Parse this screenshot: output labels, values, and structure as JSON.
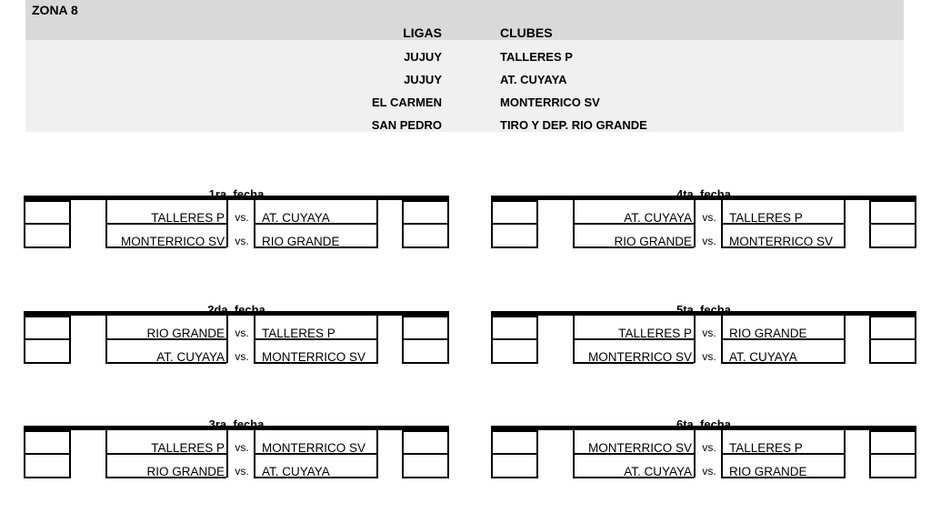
{
  "zona": {
    "title": "ZONA 8"
  },
  "table": {
    "headers": {
      "ligas": "LIGAS",
      "clubes": "CLUBES"
    },
    "rows": [
      {
        "liga": "JUJUY",
        "club": "TALLERES P"
      },
      {
        "liga": "JUJUY",
        "club": "AT. CUYAYA"
      },
      {
        "liga": "EL CARMEN",
        "club": "MONTERRICO SV"
      },
      {
        "liga": "SAN PEDRO",
        "club": "TIRO Y DEP. RIO GRANDE"
      }
    ]
  },
  "fixtures": [
    {
      "title": "1ra. fecha",
      "matches": [
        {
          "home": "TALLERES P",
          "vs": "vs.",
          "away": "AT. CUYAYA"
        },
        {
          "home": "MONTERRICO SV",
          "vs": "vs.",
          "away": "RIO GRANDE"
        }
      ]
    },
    {
      "title": "4ta. fecha",
      "matches": [
        {
          "home": "AT. CUYAYA",
          "vs": "vs.",
          "away": "TALLERES P"
        },
        {
          "home": "RIO GRANDE",
          "vs": "vs.",
          "away": "MONTERRICO SV"
        }
      ]
    },
    {
      "title": "2da. fecha",
      "matches": [
        {
          "home": "RIO GRANDE",
          "vs": "vs.",
          "away": "TALLERES P"
        },
        {
          "home": "AT. CUYAYA",
          "vs": "vs.",
          "away": "MONTERRICO SV"
        }
      ]
    },
    {
      "title": "5ta. fecha",
      "matches": [
        {
          "home": "TALLERES P",
          "vs": "vs.",
          "away": "RIO GRANDE"
        },
        {
          "home": "MONTERRICO SV",
          "vs": "vs.",
          "away": "AT. CUYAYA"
        }
      ]
    },
    {
      "title": "3ra. fecha",
      "matches": [
        {
          "home": "TALLERES P",
          "vs": "vs.",
          "away": "MONTERRICO SV"
        },
        {
          "home": "RIO GRANDE",
          "vs": "vs.",
          "away": "AT. CUYAYA"
        }
      ]
    },
    {
      "title": "6ta. fecha",
      "matches": [
        {
          "home": "MONTERRICO SV",
          "vs": "vs.",
          "away": "TALLERES P"
        },
        {
          "home": "AT. CUYAYA",
          "vs": "vs.",
          "away": "RIO GRANDE"
        }
      ]
    }
  ]
}
